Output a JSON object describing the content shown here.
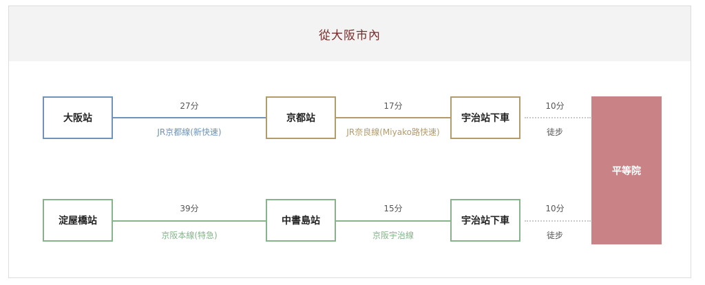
{
  "header": {
    "title": "從大阪市內"
  },
  "destination": {
    "label": "平等院",
    "color": "#c98286"
  },
  "routes": [
    {
      "origin": "大阪站",
      "origin_color": "#6d93bb",
      "seg1": {
        "time": "27分",
        "line": "JR京都線(新快速)",
        "color": "#6d93bb"
      },
      "transfer": "京都站",
      "transfer_color": "#b39a68",
      "seg2": {
        "time": "17分",
        "line": "JR奈良線(Miyako路快速)",
        "color": "#b39a68"
      },
      "alight": "宇治站下車",
      "walk": {
        "time": "10分",
        "label": "徒步"
      }
    },
    {
      "origin": "淀屋橋站",
      "origin_color": "#86b48a",
      "seg1": {
        "time": "39分",
        "line": "京阪本線(特急)",
        "color": "#86b48a"
      },
      "transfer": "中書島站",
      "transfer_color": "#86b48a",
      "seg2": {
        "time": "15分",
        "line": "京阪宇治線",
        "color": "#86b48a"
      },
      "alight": "宇治站下車",
      "walk": {
        "time": "10分",
        "label": "徒步"
      }
    }
  ],
  "colors": {
    "title": "#7a2a2a",
    "walk_dots": "#c9c9c9"
  }
}
